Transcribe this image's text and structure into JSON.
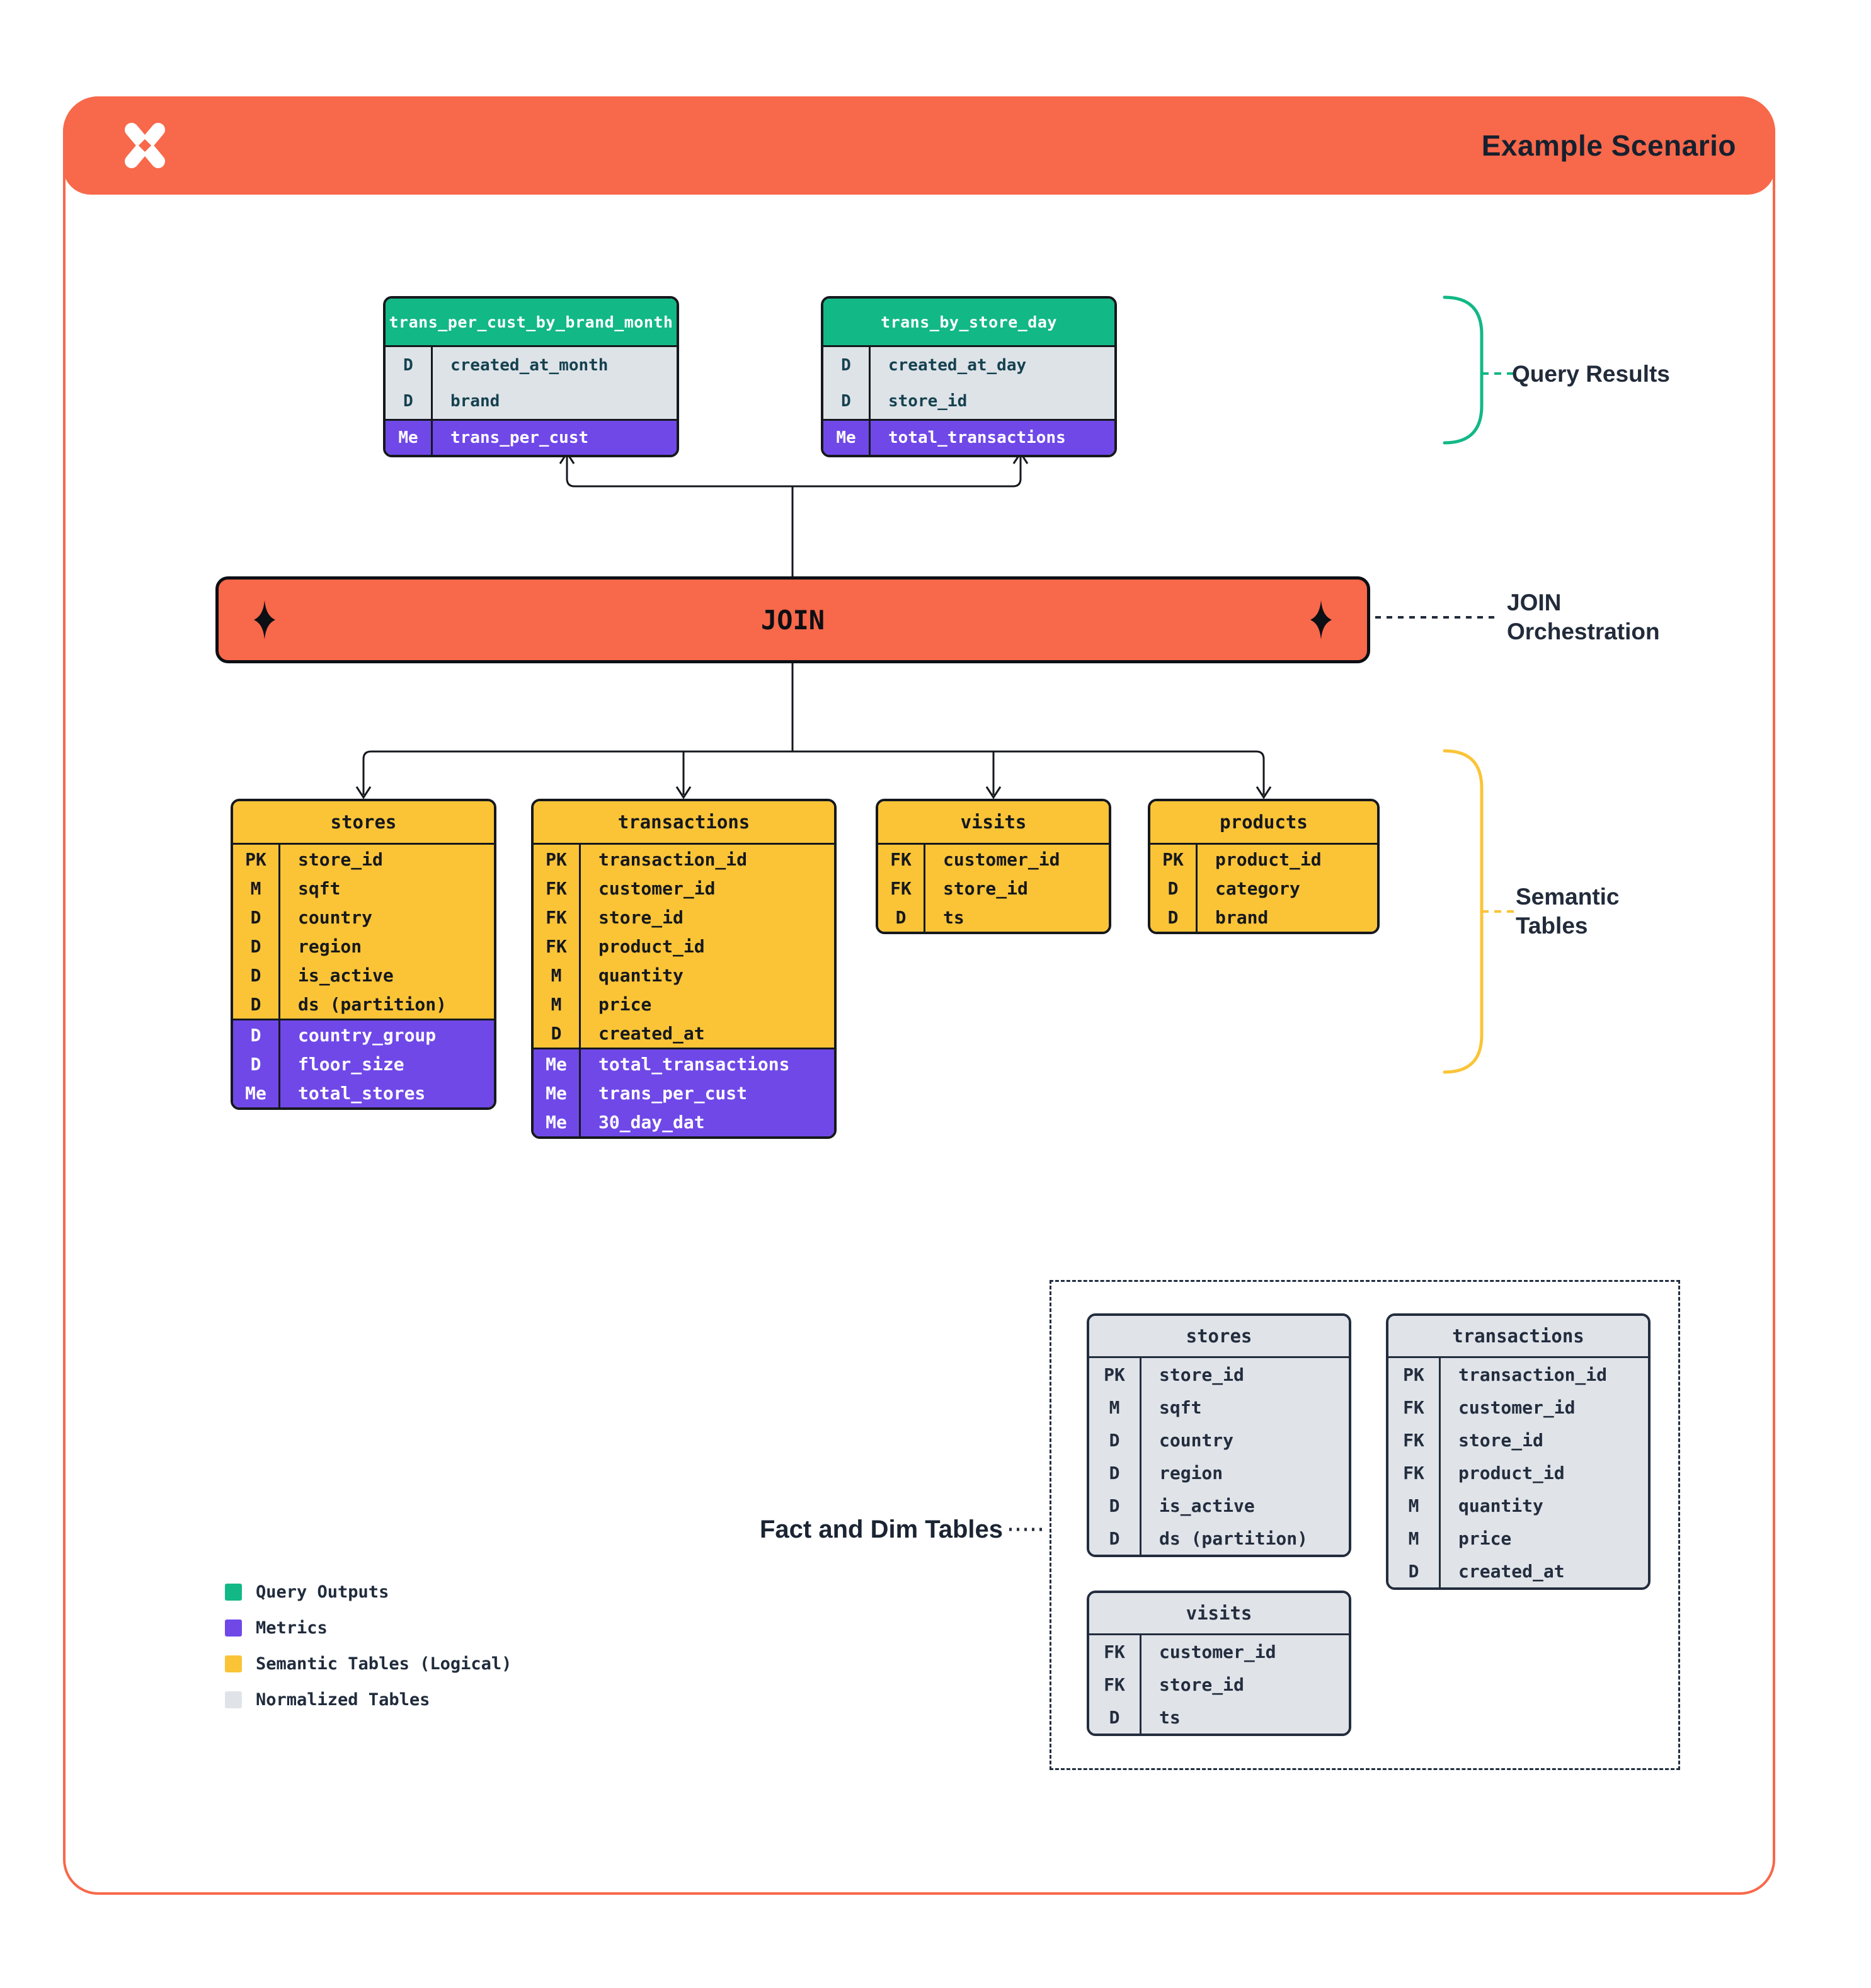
{
  "window": {
    "title": "Example Scenario"
  },
  "join": {
    "label": "JOIN"
  },
  "annotations": {
    "query_results": "Query Results",
    "join_orchestration": [
      "JOIN",
      "Orchestration"
    ],
    "semantic_tables": [
      "Semantic",
      "Tables"
    ],
    "fact_dim": "Fact and Dim Tables"
  },
  "colors": {
    "accent_orange": "#f8684a",
    "query_output_green": "#12b886",
    "metric_purple": "#7048e8",
    "semantic_yellow": "#fbc437",
    "normalized_gray": "#e0e4e9",
    "ink": "#15181d",
    "navy_text": "#222b3a"
  },
  "query_outputs": [
    {
      "title": "trans_per_cust_by_brand_month",
      "dims": [
        {
          "tag": "D",
          "name": "created_at_month"
        },
        {
          "tag": "D",
          "name": "brand"
        }
      ],
      "metrics": [
        {
          "tag": "Me",
          "name": "trans_per_cust"
        }
      ]
    },
    {
      "title": "trans_by_store_day",
      "dims": [
        {
          "tag": "D",
          "name": "created_at_day"
        },
        {
          "tag": "D",
          "name": "store_id"
        }
      ],
      "metrics": [
        {
          "tag": "Me",
          "name": "total_transactions"
        }
      ]
    }
  ],
  "semantic": [
    {
      "title": "stores",
      "base": [
        [
          "PK",
          "store_id"
        ],
        [
          "M",
          "sqft"
        ],
        [
          "D",
          "country"
        ],
        [
          "D",
          "region"
        ],
        [
          "D",
          "is_active"
        ],
        [
          "D",
          "ds (partition)"
        ]
      ],
      "derived": [
        [
          "D",
          "country_group"
        ],
        [
          "D",
          "floor_size"
        ],
        [
          "Me",
          "total_stores"
        ]
      ]
    },
    {
      "title": "transactions",
      "base": [
        [
          "PK",
          "transaction_id"
        ],
        [
          "FK",
          "customer_id"
        ],
        [
          "FK",
          "store_id"
        ],
        [
          "FK",
          "product_id"
        ],
        [
          "M",
          "quantity"
        ],
        [
          "M",
          "price"
        ],
        [
          "D",
          "created_at"
        ]
      ],
      "derived": [
        [
          "Me",
          "total_transactions"
        ],
        [
          "Me",
          "trans_per_cust"
        ],
        [
          "Me",
          "30_day_dat"
        ]
      ]
    },
    {
      "title": "visits",
      "base": [
        [
          "FK",
          "customer_id"
        ],
        [
          "FK",
          "store_id"
        ],
        [
          "D",
          "ts"
        ]
      ],
      "derived": []
    },
    {
      "title": "products",
      "base": [
        [
          "PK",
          "product_id"
        ],
        [
          "D",
          "category"
        ],
        [
          "D",
          "brand"
        ]
      ],
      "derived": []
    }
  ],
  "normalized": [
    {
      "title": "stores",
      "rows": [
        [
          "PK",
          "store_id"
        ],
        [
          "M",
          "sqft"
        ],
        [
          "D",
          "country"
        ],
        [
          "D",
          "region"
        ],
        [
          "D",
          "is_active"
        ],
        [
          "D",
          "ds (partition)"
        ]
      ]
    },
    {
      "title": "transactions",
      "rows": [
        [
          "PK",
          "transaction_id"
        ],
        [
          "FK",
          "customer_id"
        ],
        [
          "FK",
          "store_id"
        ],
        [
          "FK",
          "product_id"
        ],
        [
          "M",
          "quantity"
        ],
        [
          "M",
          "price"
        ],
        [
          "D",
          "created_at"
        ]
      ]
    },
    {
      "title": "visits",
      "rows": [
        [
          "FK",
          "customer_id"
        ],
        [
          "FK",
          "store_id"
        ],
        [
          "D",
          "ts"
        ]
      ]
    }
  ],
  "legend": [
    {
      "label": "Query Outputs",
      "color": "#12b886"
    },
    {
      "label": "Metrics",
      "color": "#7048e8"
    },
    {
      "label": "Semantic Tables (Logical)",
      "color": "#fbc437"
    },
    {
      "label": "Normalized Tables",
      "color": "#e0e4e9"
    }
  ]
}
